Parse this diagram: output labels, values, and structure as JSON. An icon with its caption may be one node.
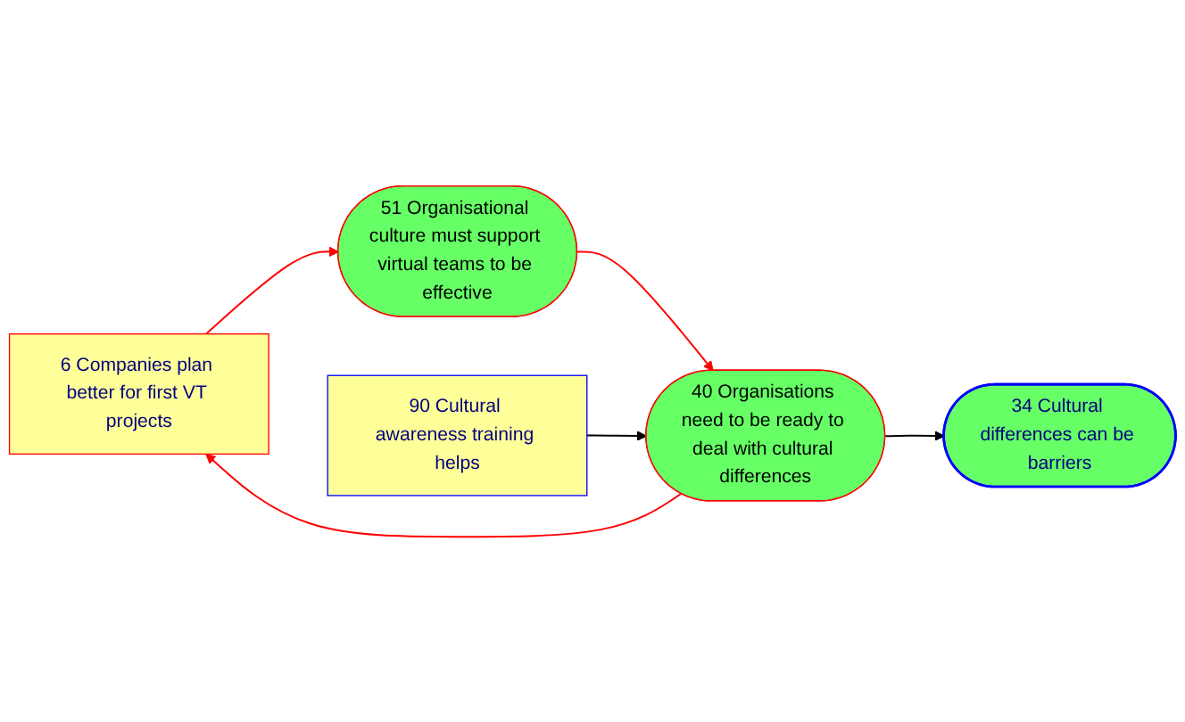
{
  "diagram": {
    "nodes": [
      {
        "text": [
          "6 Companies plan better for first VT projects"
        ]
      },
      {
        "text": [
          "34 Cultural differences can be barriers"
        ]
      },
      {
        "text": [
          "40 Organisations need to be ready to deal with cultural differences"
        ]
      },
      {
        "text": [
          "51 Organisational culture must support virtual teams to be effective"
        ]
      },
      {
        "text": [
          "90 Cultural awareness training helps"
        ]
      }
    ],
    "edges": [
      {
        "from": 2,
        "to": 0,
        "arrow": "to"
      },
      {
        "from": 2,
        "to": 1,
        "arrow": "to",
        "color": "#000000"
      },
      {
        "from": 0,
        "to": 3,
        "arrow": "to"
      },
      {
        "from": 3,
        "to": 2,
        "arrow": "to"
      },
      {
        "from": 4,
        "to": 2,
        "arrow": "to",
        "color": "#000000"
      }
    ]
  }
}
